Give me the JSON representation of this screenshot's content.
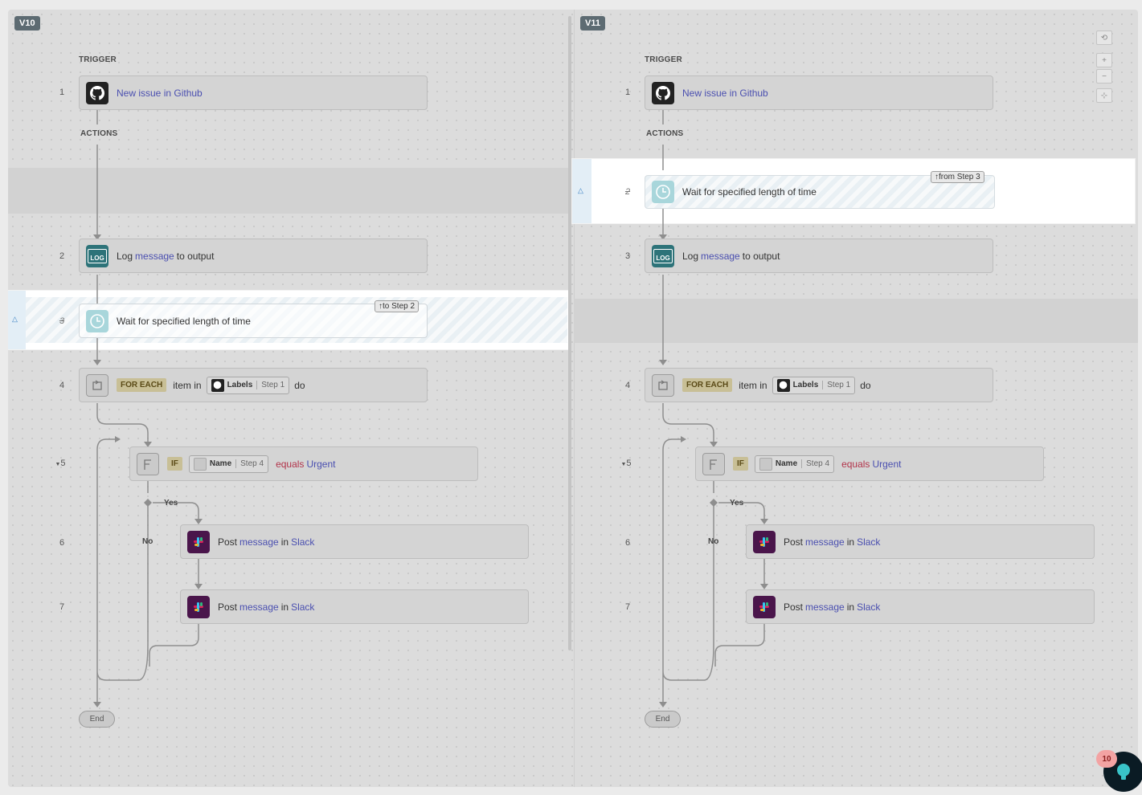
{
  "left": {
    "version": "V10",
    "trigger_label": "TRIGGER",
    "actions_label": "ACTIONS",
    "steps": [
      {
        "num": "1",
        "pre": "",
        "link": "New issue in Github",
        "post": ""
      },
      {
        "num": "2",
        "pre": "Log",
        "link": "message",
        "post": "to output"
      },
      {
        "num": "3",
        "text": "Wait for specified length of time",
        "badge": "to Step 2"
      },
      {
        "num": "4",
        "tag": "FOR EACH",
        "mid": "item in",
        "pill_name": "Labels",
        "pill_step": "Step 1",
        "post": "do"
      },
      {
        "num": "5",
        "tag": "IF",
        "pill_name": "Name",
        "pill_step": "Step 4",
        "op": "equals",
        "val": "Urgent"
      },
      {
        "num": "6",
        "pre": "Post",
        "link": "message",
        "mid": "in",
        "link2": "Slack"
      },
      {
        "num": "7",
        "pre": "Post",
        "link": "message",
        "mid": "in",
        "link2": "Slack"
      }
    ],
    "yes": "Yes",
    "no": "No",
    "end": "End"
  },
  "right": {
    "version": "V11",
    "trigger_label": "TRIGGER",
    "actions_label": "ACTIONS",
    "steps": [
      {
        "num": "1",
        "link": "New issue in Github"
      },
      {
        "num": "2",
        "text": "Wait for specified length of time",
        "badge": "from Step 3"
      },
      {
        "num": "3",
        "pre": "Log",
        "link": "message",
        "post": "to output"
      },
      {
        "num": "4",
        "tag": "FOR EACH",
        "mid": "item in",
        "pill_name": "Labels",
        "pill_step": "Step 1",
        "post": "do"
      },
      {
        "num": "5",
        "tag": "IF",
        "pill_name": "Name",
        "pill_step": "Step 4",
        "op": "equals",
        "val": "Urgent"
      },
      {
        "num": "6",
        "pre": "Post",
        "link": "message",
        "mid": "in",
        "link2": "Slack"
      },
      {
        "num": "7",
        "pre": "Post",
        "link": "message",
        "mid": "in",
        "link2": "Slack"
      }
    ],
    "yes": "Yes",
    "no": "No",
    "end": "End"
  },
  "zoom_controls": {
    "reset": "⟲",
    "zoom_in": "+",
    "zoom_out": "−",
    "fit": "⊹"
  },
  "notification_count": "10",
  "colors": {
    "link": "#4a4fb0",
    "highlight_band": "#ffffff",
    "canvas": "#dcdcdc"
  }
}
